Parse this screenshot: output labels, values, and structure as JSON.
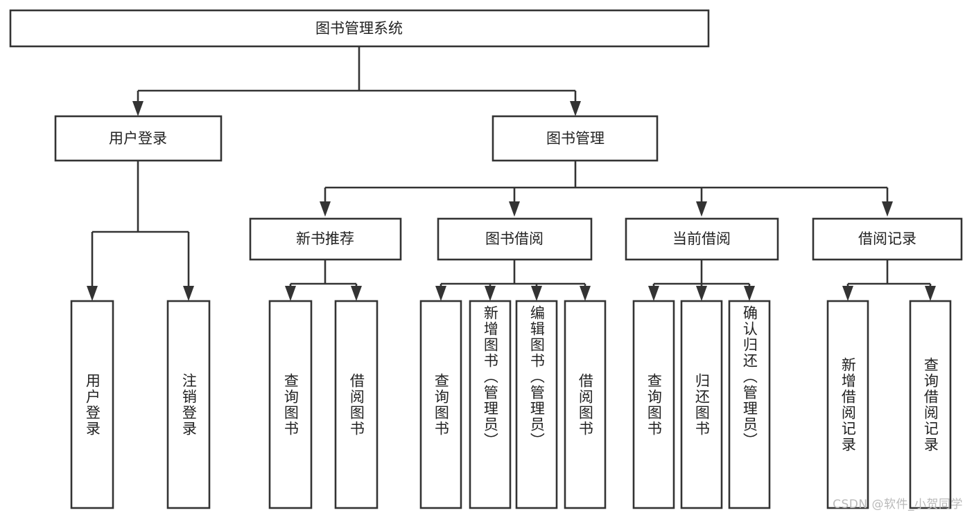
{
  "diagram": {
    "type": "tree",
    "title": "图书管理系统",
    "watermark": "CSDN @软件_小贺同学",
    "colors": {
      "stroke": "#333333",
      "fill": "#ffffff",
      "text": "#222222",
      "watermark": "#b9b9b9"
    },
    "levels": {
      "root": {
        "id": "root",
        "label": "图书管理系统",
        "orientation": "horizontal"
      },
      "level2": [
        {
          "id": "user-login",
          "label": "用户登录",
          "orientation": "horizontal"
        },
        {
          "id": "book-manage",
          "label": "图书管理",
          "orientation": "horizontal"
        }
      ],
      "level3": [
        {
          "id": "new-book-recommend",
          "label": "新书推荐",
          "orientation": "horizontal",
          "parent": "book-manage"
        },
        {
          "id": "book-borrow",
          "label": "图书借阅",
          "orientation": "horizontal",
          "parent": "book-manage"
        },
        {
          "id": "current-borrow",
          "label": "当前借阅",
          "orientation": "horizontal",
          "parent": "book-manage"
        },
        {
          "id": "borrow-record",
          "label": "借阅记录",
          "orientation": "horizontal",
          "parent": "book-manage"
        }
      ],
      "leaves": [
        {
          "id": "leaf-user-login",
          "label": "用户登录",
          "orientation": "vertical",
          "parent": "user-login"
        },
        {
          "id": "leaf-logout",
          "label": "注销登录",
          "orientation": "vertical",
          "parent": "user-login"
        },
        {
          "id": "leaf-query-book-1",
          "label": "查询图书",
          "orientation": "vertical",
          "parent": "new-book-recommend"
        },
        {
          "id": "leaf-borrow-book-1",
          "label": "借阅图书",
          "orientation": "vertical",
          "parent": "new-book-recommend"
        },
        {
          "id": "leaf-query-book-2",
          "label": "查询图书",
          "orientation": "vertical",
          "parent": "book-borrow"
        },
        {
          "id": "leaf-add-book",
          "label": "新增图书（管理员）",
          "orientation": "vertical",
          "parent": "book-borrow"
        },
        {
          "id": "leaf-edit-book",
          "label": "编辑图书（管理员）",
          "orientation": "vertical",
          "parent": "book-borrow"
        },
        {
          "id": "leaf-borrow-book-2",
          "label": "借阅图书",
          "orientation": "vertical",
          "parent": "book-borrow"
        },
        {
          "id": "leaf-query-book-3",
          "label": "查询图书",
          "orientation": "vertical",
          "parent": "current-borrow"
        },
        {
          "id": "leaf-return-book",
          "label": "归还图书",
          "orientation": "vertical",
          "parent": "current-borrow"
        },
        {
          "id": "leaf-confirm-return",
          "label": "确认归还（管理员）",
          "orientation": "vertical",
          "parent": "current-borrow"
        },
        {
          "id": "leaf-add-record",
          "label": "新增借阅记录",
          "orientation": "vertical",
          "parent": "borrow-record"
        },
        {
          "id": "leaf-query-record",
          "label": "查询借阅记录",
          "orientation": "vertical",
          "parent": "borrow-record"
        }
      ]
    }
  }
}
